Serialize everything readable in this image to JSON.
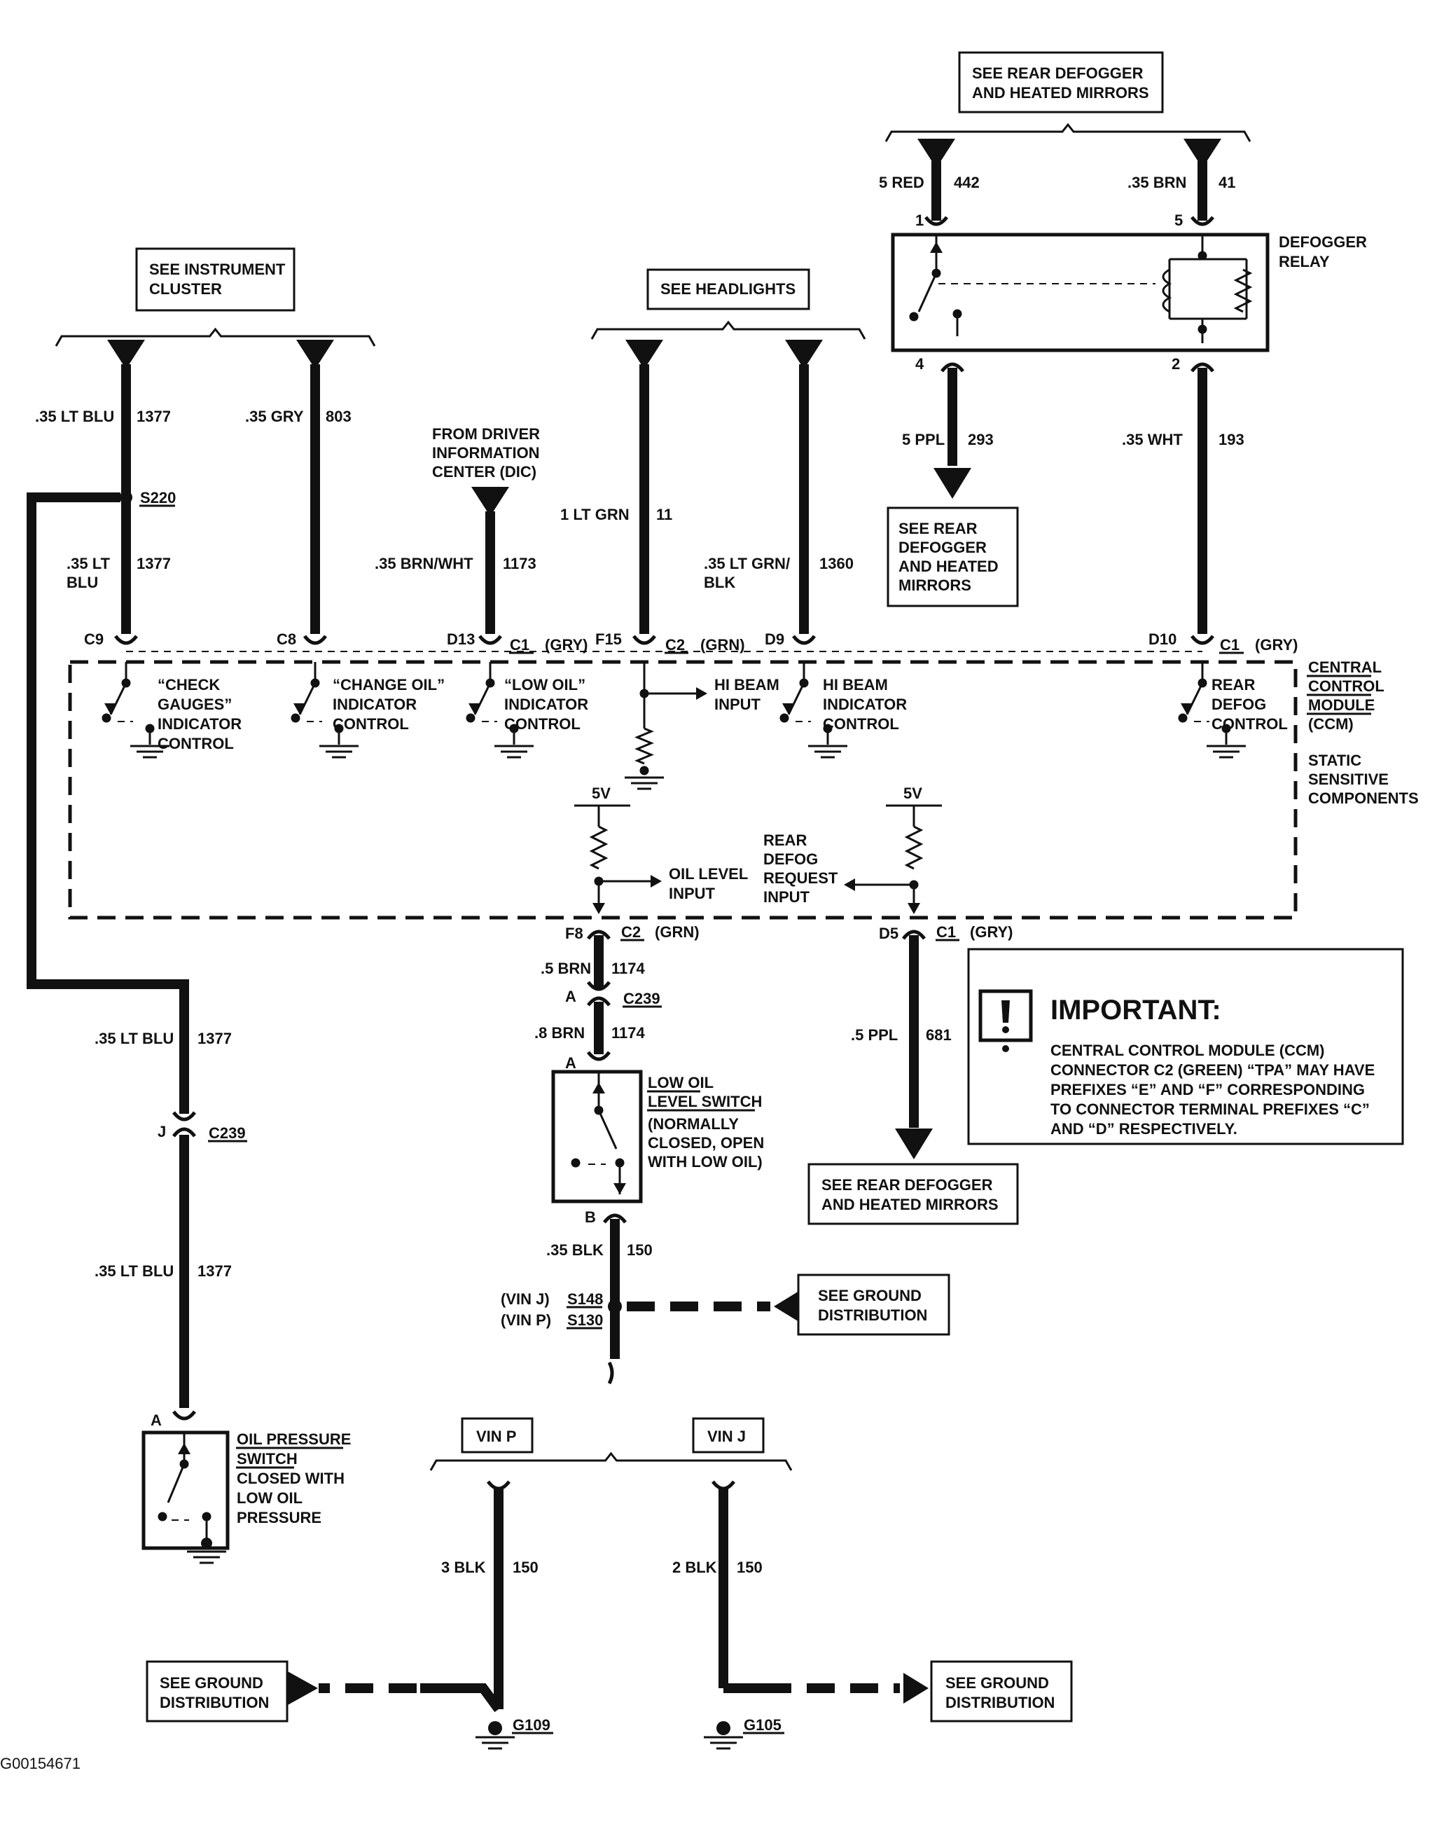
{
  "refs": {
    "rear_defogger_top": [
      "SEE REAR DEFOGGER",
      "AND HEATED MIRRORS"
    ],
    "instrument_cluster": [
      "SEE INSTRUMENT",
      "CLUSTER"
    ],
    "headlights": "SEE HEADLIGHTS",
    "rear_defogger_mid": [
      "SEE REAR",
      "DEFOGGER",
      "AND HEATED",
      "MIRRORS"
    ],
    "rear_defogger_bottom": [
      "SEE REAR DEFOGGER",
      "AND HEATED MIRRORS"
    ],
    "ground_dist_mid": [
      "SEE GROUND",
      "DISTRIBUTION"
    ],
    "ground_dist_left": [
      "SEE GROUND",
      "DISTRIBUTION"
    ],
    "ground_dist_right": [
      "SEE GROUND",
      "DISTRIBUTION"
    ]
  },
  "dic": [
    "FROM DRIVER",
    "INFORMATION",
    "CENTER (DIC)"
  ],
  "wires": {
    "lt_blu_top": {
      "size": ".35 LT BLU",
      "circuit": "1377"
    },
    "gry": {
      "size": ".35 GRY",
      "circuit": "803"
    },
    "lt_blu_mid": {
      "size_lines": [
        ".35 LT",
        "BLU"
      ],
      "circuit": "1377"
    },
    "brn_wht": {
      "size": ".35 BRN/WHT",
      "circuit": "1173"
    },
    "lt_grn": {
      "size": "1 LT GRN",
      "circuit": "11"
    },
    "lt_grn_blk": {
      "size_lines": [
        ".35 LT GRN/",
        "BLK"
      ],
      "circuit": "1360"
    },
    "red": {
      "size": "5 RED",
      "circuit": "442"
    },
    "brn_top": {
      "size": ".35 BRN",
      "circuit": "41"
    },
    "ppl_293": {
      "size": "5 PPL",
      "circuit": "293"
    },
    "wht": {
      "size": ".35 WHT",
      "circuit": "193"
    },
    "brn_5": {
      "size": ".5 BRN",
      "circuit": "1174"
    },
    "brn_8": {
      "size": ".8 BRN",
      "circuit": "1174"
    },
    "ppl_681": {
      "size": ".5 PPL",
      "circuit": "681"
    },
    "lt_blu_lower1": {
      "size": ".35 LT BLU",
      "circuit": "1377"
    },
    "lt_blu_lower2": {
      "size": ".35 LT BLU",
      "circuit": "1377"
    },
    "blk_35": {
      "size": ".35 BLK",
      "circuit": "150"
    },
    "blk_3": {
      "size": "3 BLK",
      "circuit": "150"
    },
    "blk_2": {
      "size": "2 BLK",
      "circuit": "150"
    }
  },
  "pins": {
    "relay_1": "1",
    "relay_5": "5",
    "relay_4": "4",
    "relay_2": "2",
    "c9": "C9",
    "c8": "C8",
    "d13": "D13",
    "f15": "F15",
    "d9": "D9",
    "d10": "D10",
    "f8": "F8",
    "d5": "D5",
    "a_c239": "A",
    "a_switch": "A",
    "b_switch": "B",
    "j_c239": "J",
    "a_oil_pressure": "A"
  },
  "connectors": {
    "c1_gry": "C1",
    "c2_grn": "C2",
    "gry": "(GRY)",
    "grn": "(GRN)",
    "c239": "C239",
    "s220": "S220",
    "s148": "S148",
    "s130": "S130",
    "vin_j_paren": "(VIN J)",
    "vin_p_paren": "(VIN P)",
    "vin_p": "VIN P",
    "vin_j": "VIN J",
    "g109": "G109",
    "g105": "G105"
  },
  "relay_label": [
    "DEFOGGER",
    "RELAY"
  ],
  "ccm": {
    "title": [
      "CENTRAL",
      "CONTROL",
      "MODULE",
      "(CCM)"
    ],
    "static": [
      "STATIC",
      "SENSITIVE",
      "COMPONENTS"
    ],
    "check_gauges": [
      "“CHECK",
      "GAUGES”",
      "INDICATOR",
      "CONTROL"
    ],
    "change_oil": [
      "“CHANGE OIL”",
      "INDICATOR",
      "CONTROL"
    ],
    "low_oil": [
      "“LOW OIL”",
      "INDICATOR",
      "CONTROL"
    ],
    "hi_beam_input": [
      "HI BEAM",
      "INPUT"
    ],
    "hi_beam_ind": [
      "HI BEAM",
      "INDICATOR",
      "CONTROL"
    ],
    "rear_defog": [
      "REAR",
      "DEFOG",
      "CONTROL"
    ],
    "v5_left": "5V",
    "v5_right": "5V",
    "oil_level_input": [
      "OIL LEVEL",
      "INPUT"
    ],
    "rear_defog_request": [
      "REAR",
      "DEFOG",
      "REQUEST",
      "INPUT"
    ]
  },
  "low_oil_switch": {
    "title": [
      "LOW OIL",
      "LEVEL SWITCH"
    ],
    "desc": [
      "(NORMALLY",
      "CLOSED, OPEN",
      "WITH LOW OIL)"
    ]
  },
  "oil_pressure_switch": {
    "title": [
      "OIL PRESSURE",
      "SWITCH"
    ],
    "desc": [
      "CLOSED WITH",
      "LOW OIL",
      "PRESSURE"
    ]
  },
  "important": {
    "heading": "IMPORTANT:",
    "body": [
      "CENTRAL CONTROL MODULE (CCM)",
      "CONNECTOR C2 (GREEN) “TPA” MAY HAVE",
      "PREFIXES “E” AND “F” CORRESPONDING",
      "TO CONNECTOR TERMINAL PREFIXES “C”",
      "AND “D” RESPECTIVELY."
    ]
  },
  "figure_id": "G00154671"
}
